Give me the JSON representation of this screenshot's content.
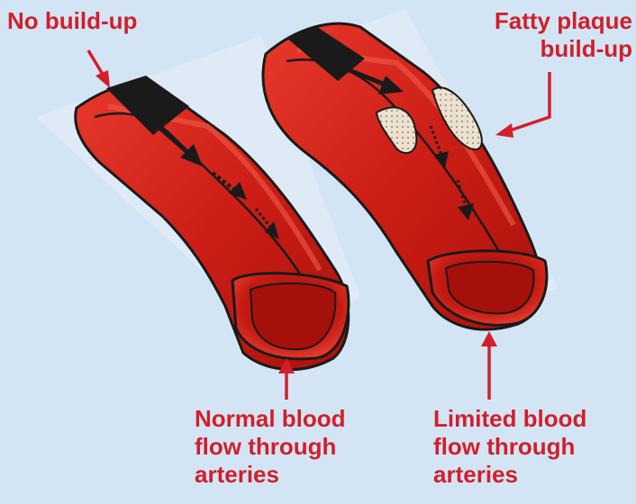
{
  "labels": {
    "no_buildup": "No build-up",
    "fatty_plaque": "Fatty plaque\nbuild-up",
    "normal_flow": "Normal blood\nflow through\narteries",
    "limited_flow": "Limited blood\nflow through\narteries"
  },
  "colors": {
    "background": "#d3e5f5",
    "label_text": "#d11f2b",
    "artery_outer": "#d9261c",
    "artery_inner": "#b5140f",
    "plaque": "#e8dccb",
    "arrow": "#1a1a1a"
  }
}
